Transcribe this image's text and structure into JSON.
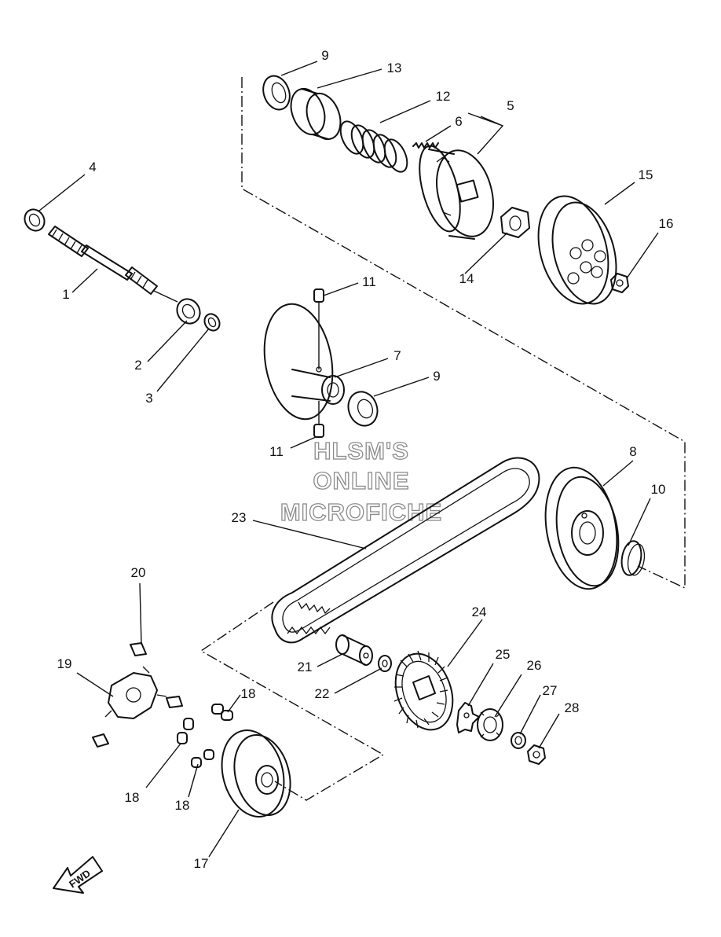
{
  "watermark": {
    "line1": "HLSM'S",
    "line2": "ONLINE",
    "line3": "MICROFICHE"
  },
  "fwd_label": "FWD",
  "callouts": {
    "c1": "1",
    "c2": "2",
    "c3": "3",
    "c4": "4",
    "c5": "5",
    "c6": "6",
    "c7": "7",
    "c8": "8",
    "c9a": "9",
    "c9b": "9",
    "c10": "10",
    "c11a": "11",
    "c11b": "11",
    "c12": "12",
    "c13": "13",
    "c14": "14",
    "c15": "15",
    "c16": "16",
    "c17": "17",
    "c18a": "18",
    "c18b": "18",
    "c18c": "18",
    "c19": "19",
    "c20": "20",
    "c21": "21",
    "c22": "22",
    "c23": "23",
    "c24": "24",
    "c25": "25",
    "c26": "26",
    "c27": "27",
    "c28": "28"
  }
}
